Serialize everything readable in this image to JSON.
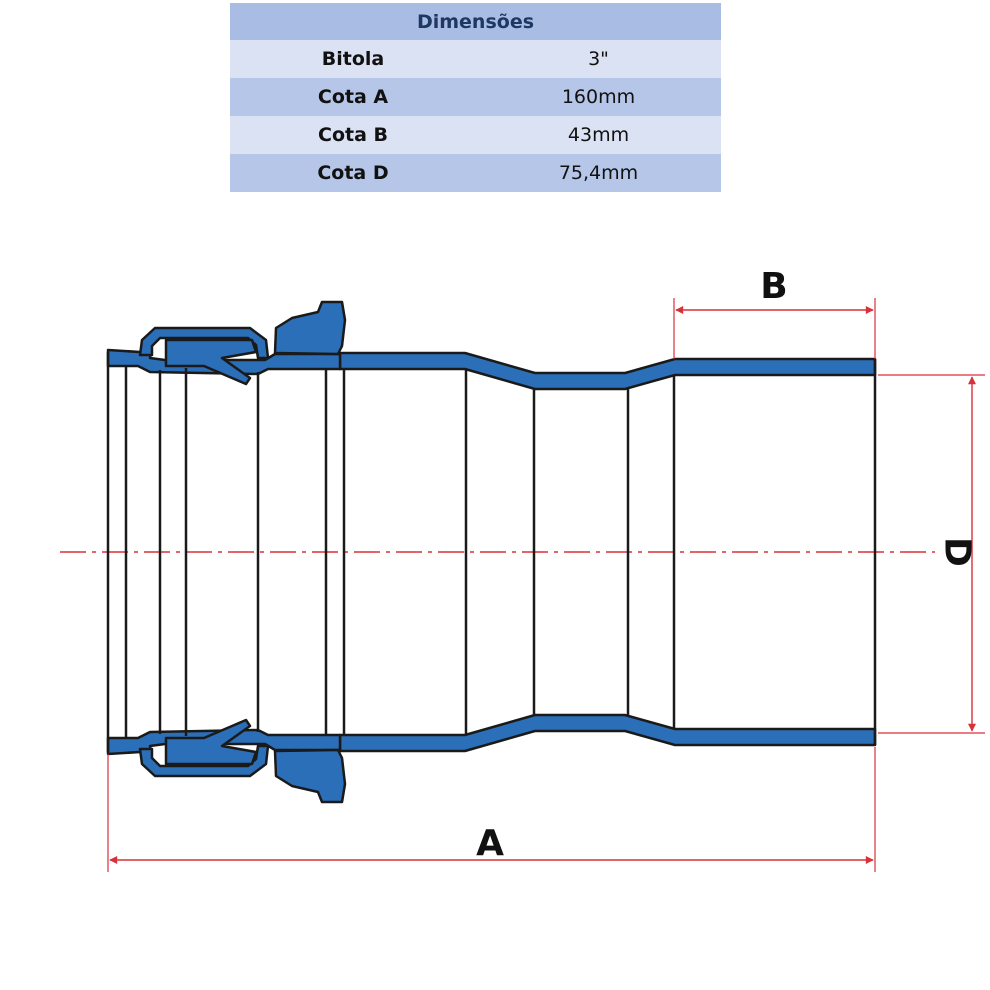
{
  "table": {
    "title": "Dimensões",
    "rows": [
      {
        "label": "Bitola",
        "value": "3\""
      },
      {
        "label": "Cota A",
        "value": "160mm"
      },
      {
        "label": "Cota B",
        "value": "43mm"
      },
      {
        "label": "Cota D",
        "value": "75,4mm"
      }
    ]
  },
  "drawing": {
    "labels": {
      "a": "A",
      "b": "B",
      "d": "D"
    },
    "colors": {
      "pipe_fill": "#2b6fb8",
      "outline": "#1a1a1a",
      "dimension": "#d9303a",
      "centerline": "#d9303a",
      "table_header": "#a9bce4",
      "table_row_light": "#dbe2f3",
      "table_row_dark": "#b5c6e8"
    }
  }
}
